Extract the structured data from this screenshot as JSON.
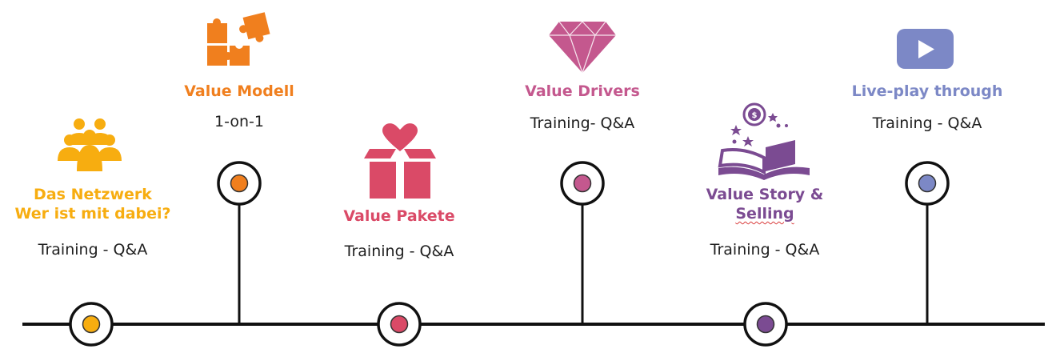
{
  "colors": {
    "line": "#111111",
    "orange": "#f7ad10",
    "dark_orange": "#f07f1e",
    "pink": "#da4a67",
    "magenta": "#c4588e",
    "purple": "#7b4b92",
    "periwinkle": "#7c88c6"
  },
  "milestones": [
    {
      "icon": "people-group-icon",
      "title_lines": [
        "Das Netzwerk",
        "Wer ist mit dabei?"
      ],
      "subtitle": "Training - Q&A",
      "color": "#f7ad10"
    },
    {
      "icon": "puzzle-icon",
      "title_lines": [
        "Value Modell"
      ],
      "subtitle": "1-on-1",
      "color": "#f07f1e"
    },
    {
      "icon": "gift-box-heart-icon",
      "title_lines": [
        "Value Pakete"
      ],
      "subtitle": "Training - Q&A",
      "color": "#da4a67"
    },
    {
      "icon": "diamond-icon",
      "title_lines": [
        "Value Drivers"
      ],
      "subtitle": "Training- Q&A",
      "color": "#c4588e"
    },
    {
      "icon": "open-book-stars-icon",
      "title_lines": [
        "Value Story &",
        "Selling"
      ],
      "subtitle": "Training - Q&A",
      "color": "#7b4b92"
    },
    {
      "icon": "play-button-icon",
      "title_lines": [
        "Live-play through"
      ],
      "subtitle": "Training - Q&A",
      "color": "#7c88c6"
    }
  ]
}
